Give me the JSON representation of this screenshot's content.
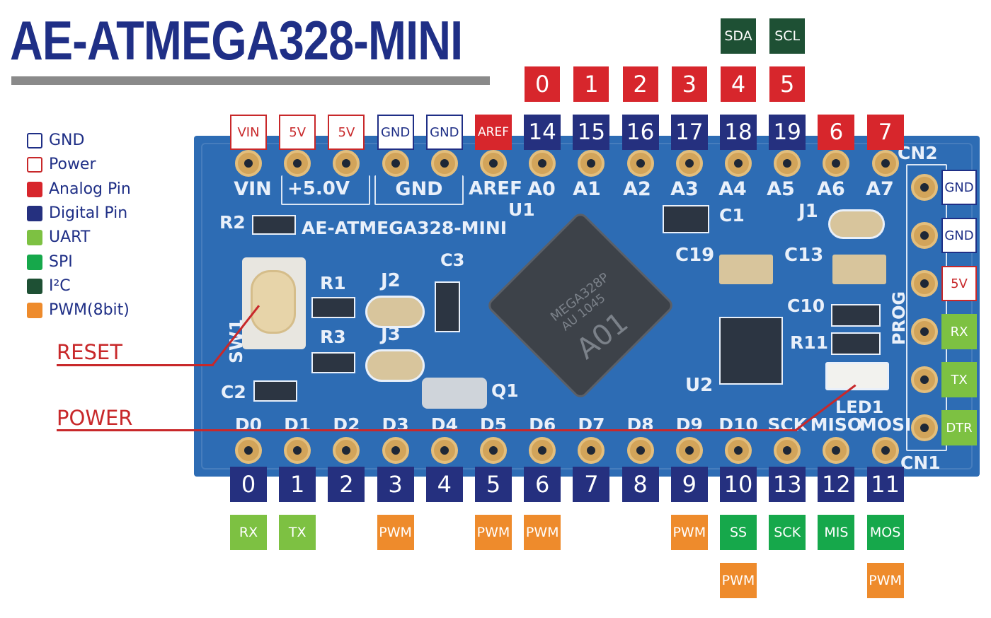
{
  "title": "AE-ATMEGA328-MINI",
  "legend": [
    {
      "label": "GND",
      "style": "outline",
      "color": "#1f2f86"
    },
    {
      "label": "Power",
      "style": "outline",
      "color": "#c8282a"
    },
    {
      "label": "Analog Pin",
      "style": "fill",
      "color": "#d7262c"
    },
    {
      "label": "Digital Pin",
      "style": "fill",
      "color": "#25307f"
    },
    {
      "label": "UART",
      "style": "fill",
      "color": "#7dc142"
    },
    {
      "label": "SPI",
      "style": "fill",
      "color": "#16a84b"
    },
    {
      "label": "I²C",
      "style": "fill",
      "color": "#1e5034"
    },
    {
      "label": "PWM(8bit)",
      "style": "fill",
      "color": "#ee8b2c"
    }
  ],
  "colors": {
    "gnd": "#1f2f86",
    "power": "#c8282a",
    "analog": "#d7262c",
    "digital": "#25307f",
    "uart": "#7dc142",
    "spi": "#16a84b",
    "i2c": "#1e5034",
    "pwm": "#ee8b2c",
    "board": "#2d6cb4"
  },
  "top_header": {
    "i2c": [
      "",
      "",
      "",
      "",
      "",
      "",
      "",
      "",
      "",
      "",
      "SDA",
      "SCL",
      "",
      ""
    ],
    "analog": [
      "",
      "",
      "",
      "",
      "",
      "",
      "0",
      "1",
      "2",
      "3",
      "4",
      "5",
      "",
      ""
    ],
    "pins": [
      {
        "label": "VIN",
        "type": "power"
      },
      {
        "label": "5V",
        "type": "power"
      },
      {
        "label": "5V",
        "type": "power"
      },
      {
        "label": "GND",
        "type": "gnd"
      },
      {
        "label": "GND",
        "type": "gnd"
      },
      {
        "label": "AREF",
        "type": "analog"
      },
      {
        "label": "14",
        "type": "digital"
      },
      {
        "label": "15",
        "type": "digital"
      },
      {
        "label": "16",
        "type": "digital"
      },
      {
        "label": "17",
        "type": "digital"
      },
      {
        "label": "18",
        "type": "digital"
      },
      {
        "label": "19",
        "type": "digital"
      },
      {
        "label": "6",
        "type": "analog"
      },
      {
        "label": "7",
        "type": "analog"
      }
    ],
    "silk": [
      "VIN",
      "+5.0V",
      "GND",
      "AREF",
      "A0",
      "A1",
      "A2",
      "A3",
      "A4",
      "A5",
      "A6",
      "A7"
    ]
  },
  "bottom_header": {
    "silk": [
      "D0",
      "D1",
      "D2",
      "D3",
      "D4",
      "D5",
      "D6",
      "D7",
      "D8",
      "D9",
      "D10",
      "SCK",
      "MISO",
      "MOSI"
    ],
    "digital": [
      "0",
      "1",
      "2",
      "3",
      "4",
      "5",
      "6",
      "7",
      "8",
      "9",
      "10",
      "13",
      "12",
      "11"
    ],
    "func1": [
      {
        "label": "RX",
        "type": "uart"
      },
      {
        "label": "TX",
        "type": "uart"
      },
      {
        "label": "",
        "type": ""
      },
      {
        "label": "PWM",
        "type": "pwm"
      },
      {
        "label": "",
        "type": ""
      },
      {
        "label": "PWM",
        "type": "pwm"
      },
      {
        "label": "PWM",
        "type": "pwm"
      },
      {
        "label": "",
        "type": ""
      },
      {
        "label": "",
        "type": ""
      },
      {
        "label": "PWM",
        "type": "pwm"
      },
      {
        "label": "SS",
        "type": "spi"
      },
      {
        "label": "SCK",
        "type": "spi"
      },
      {
        "label": "MIS",
        "type": "spi"
      },
      {
        "label": "MOS",
        "type": "spi"
      }
    ],
    "func2": [
      "",
      "",
      "",
      "",
      "",
      "",
      "",
      "",
      "",
      "",
      "PWM",
      "",
      "",
      "PWM"
    ]
  },
  "right_header": [
    {
      "label": "GND",
      "type": "gnd"
    },
    {
      "label": "GND",
      "type": "gnd"
    },
    {
      "label": "5V",
      "type": "power"
    },
    {
      "label": "RX",
      "type": "uart"
    },
    {
      "label": "TX",
      "type": "uart"
    },
    {
      "label": "DTR",
      "type": "uart"
    }
  ],
  "board_silk": {
    "board_name": "AE-ATMEGA328-MINI",
    "cn1": "CN1",
    "cn2": "CN2",
    "prog": "PROG",
    "u1": "U1",
    "u2": "U2",
    "q1": "Q1",
    "r1": "R1",
    "r2": "R2",
    "r3": "R3",
    "r11": "R11",
    "j1": "J1",
    "j2": "J2",
    "j3": "J3",
    "c1": "C1",
    "c2": "C2",
    "c3": "C3",
    "c10": "C10",
    "c13": "C13",
    "c19": "C19",
    "sw1": "SW1",
    "led1": "LED1",
    "chip_line1": "MEGA328P",
    "chip_line2": "AU 1045",
    "chip_line3": "A01"
  },
  "annotations": {
    "reset": "RESET",
    "power": "POWER"
  }
}
